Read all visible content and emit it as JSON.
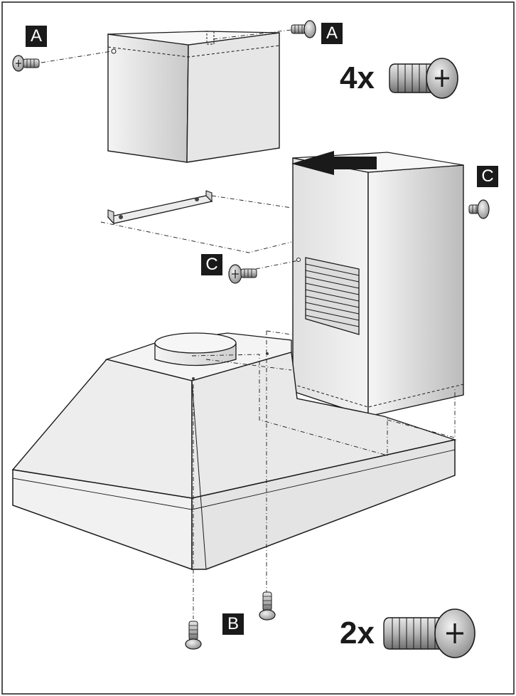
{
  "labels": {
    "a_left": "A",
    "a_right": "A",
    "c_right": "C",
    "c_left": "C",
    "b": "B"
  },
  "quantities": {
    "screws_top": "4x",
    "screws_bottom": "2x"
  },
  "colors": {
    "outline": "#1a1a1a",
    "panel_light": "#f2f2f2",
    "panel_mid": "#d8d8d8",
    "panel_dark": "#bdbdbd",
    "screw_metal": "#9a9a9a",
    "label_bg": "#1a1a1a",
    "label_fg": "#ffffff"
  }
}
